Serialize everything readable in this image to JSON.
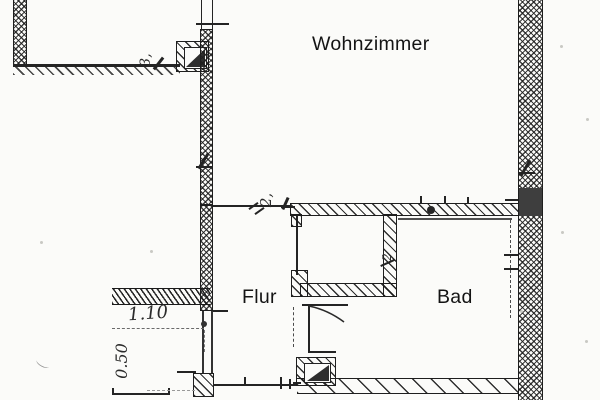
{
  "plan": {
    "rooms": [
      {
        "name": "wohnzimmer",
        "label": "Wohnzimmer"
      },
      {
        "name": "flur",
        "label": "Flur"
      },
      {
        "name": "bad",
        "label": "Bad"
      }
    ],
    "annotations": {
      "corridor_width": "1.10",
      "corridor_depth": "0.50",
      "note_top_wall": "3,",
      "note_living_door": "2,",
      "note_shaft": "2"
    },
    "colors": {
      "paper": "#fbfbf9",
      "ink": "#242424",
      "dark_fill": "#3e3e3e"
    }
  }
}
